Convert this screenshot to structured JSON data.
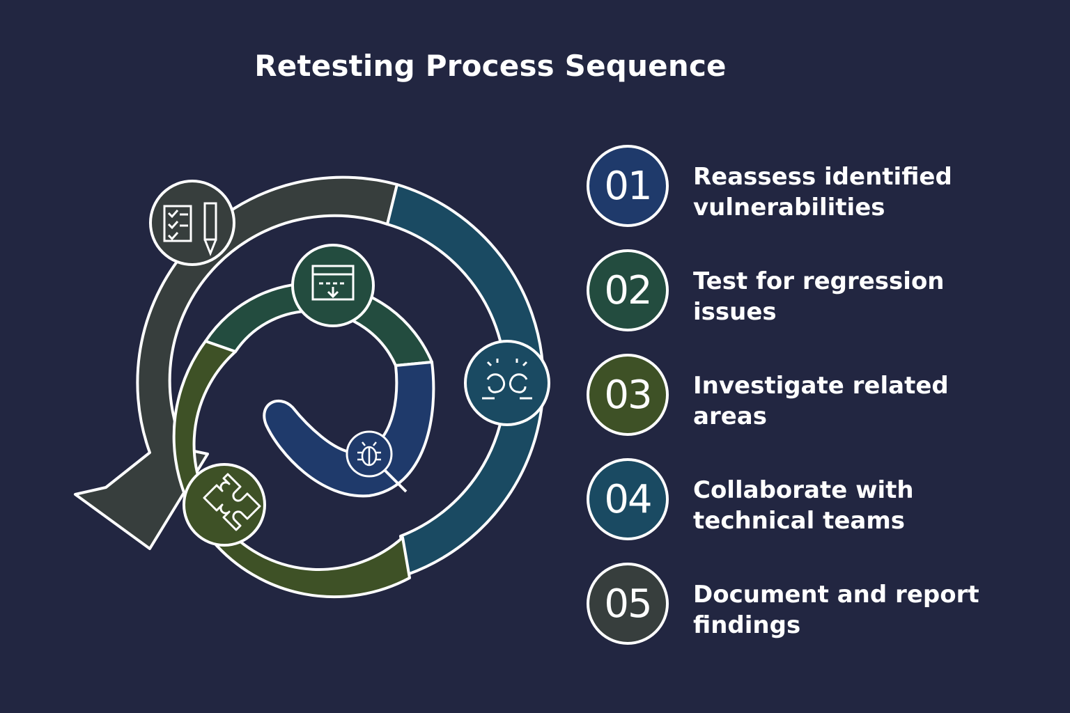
{
  "title": "Retesting Process Sequence",
  "colors": {
    "background": "#222641",
    "outline": "#ffffff",
    "stage_dark": "#373e3d",
    "stage_teal": "#1a4a62",
    "stage_green": "#234c3f",
    "stage_olive": "#3e5126",
    "stage_blue": "#1f3a6b"
  },
  "steps": [
    {
      "number": "01",
      "text": "Reassess identified vulnerabilities",
      "color": "#1f3a6b"
    },
    {
      "number": "02",
      "text": "Test for regression issues",
      "color": "#234c3f"
    },
    {
      "number": "03",
      "text": "Investigate related areas",
      "color": "#3e5126"
    },
    {
      "number": "04",
      "text": "Collaborate with technical teams",
      "color": "#1a4a62"
    },
    {
      "number": "05",
      "text": "Document and report findings",
      "color": "#373e3d"
    }
  ],
  "icons": [
    "checklist-document-icon",
    "browser-download-icon",
    "collaboration-faces-icon",
    "bug-search-icon",
    "puzzle-piece-icon"
  ]
}
